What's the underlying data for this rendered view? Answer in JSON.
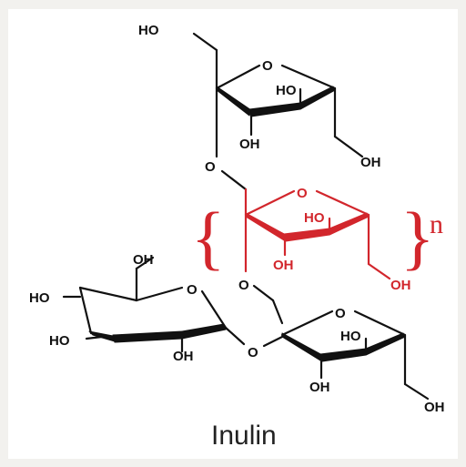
{
  "diagram": {
    "title": "Inulin",
    "repeat_symbol": "n",
    "colors": {
      "black": "#111111",
      "red": "#d2262c",
      "background": "#ffffff"
    },
    "labels": {
      "ho": "HO",
      "oh": "OH",
      "o": "O"
    }
  }
}
